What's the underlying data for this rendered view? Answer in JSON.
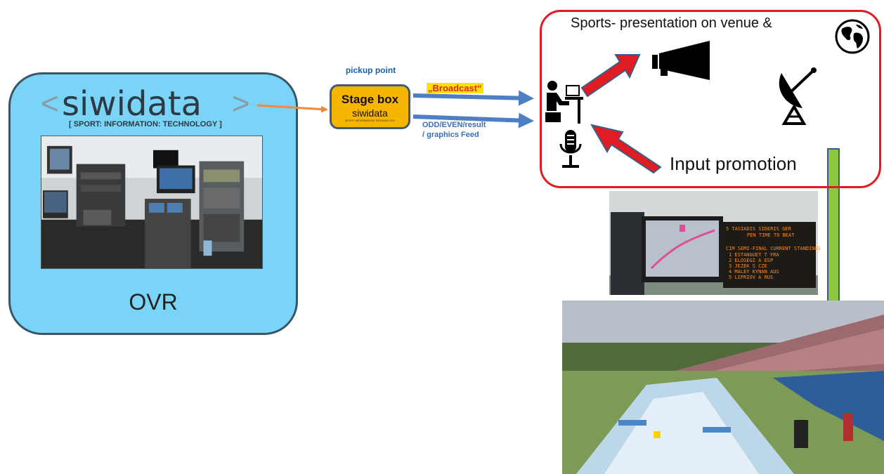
{
  "ovr": {
    "logo_text": "siwidata",
    "tagline": "[ SPORT: INFORMATION: TECHNOLOGY ]",
    "label": "OVR"
  },
  "stage": {
    "pickup_label": "pickup point",
    "title": "Stage box",
    "subtitle": "siwidata",
    "micro_text": "SPORT INFORMATION TECHNOLOGY"
  },
  "feeds": {
    "broadcast": "„Broadcast“",
    "line1": "ODD/EVEN/result",
    "line2": "/ graphics Feed"
  },
  "venue": {
    "title": "Sports- presentation on venue &",
    "input_promotion": "Input promotion"
  },
  "scoreboard": {
    "line1": "5 TASIADIS SIDERIS          GER",
    "line2": "PEN   TIME   TO BEAT",
    "line3": "C1M SEMI-FINAL CURRENT STANDINGS",
    "line4": "1 ESTANGUET T  FRA",
    "line5": "2 ELOSEGI A    ESP",
    "line6": "3 JEZEK S      CZE",
    "line7": "4 MALEY KYNAN  AUS",
    "line8": "5 LIPRIOV A    RUS"
  },
  "colors": {
    "ovr_fill": "#79d4f7",
    "stage_fill": "#f7b500",
    "venue_border": "#e11b22",
    "feed_arrow": "#4f7fc2",
    "red_arrow": "#e11b22",
    "green_arrow": "#8dc63f"
  },
  "icons": [
    "orange-arrow",
    "blue-arrow",
    "person-at-desk-icon",
    "microphone-icon",
    "megaphone-icon",
    "satellite-dish-icon",
    "globe-icon",
    "red-arrow",
    "green-arrow"
  ]
}
